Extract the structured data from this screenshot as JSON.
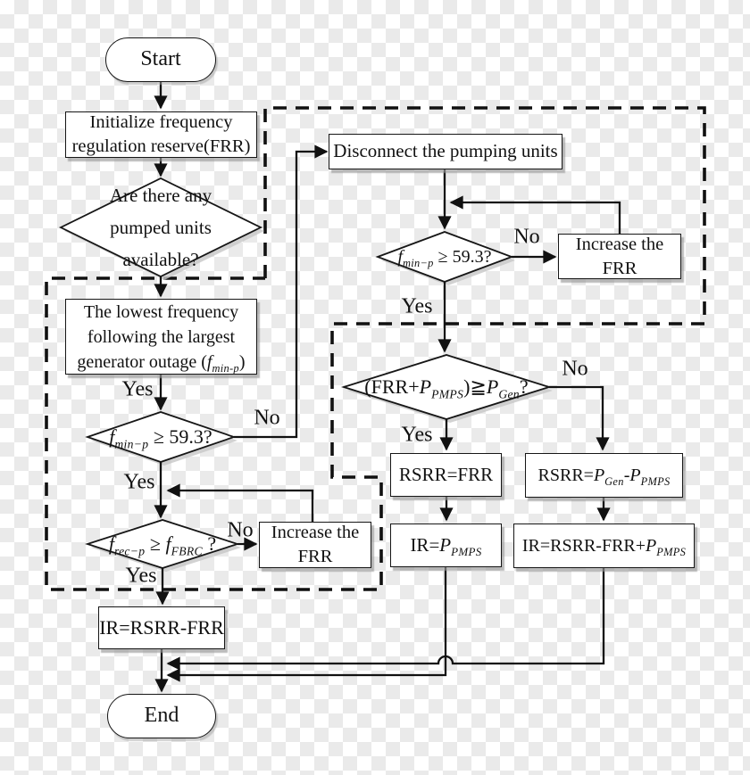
{
  "figure": {
    "type": "flowchart",
    "description": "Frequency regulation reserve (FRR) decision flowchart with pumped-storage units",
    "ink_color": "#111111",
    "checker_dark": "#eaeaea",
    "checker_light": "#ffffff"
  },
  "labels": {
    "yes": "Yes",
    "no": "No"
  },
  "nodes": {
    "start": {
      "label": "Start"
    },
    "initialize": {
      "lines": [
        "Initialize frequency",
        "regulation reserve(FRR)"
      ]
    },
    "pumped_units_decision": {
      "lines": [
        "Are there any",
        "pumped units",
        "available?"
      ]
    },
    "lowest_frequency": {
      "line1": "The lowest frequency",
      "line2": "following the largest",
      "line3_pre": "generator outage (",
      "var": "f",
      "sub": "min-p",
      "line3_post": ")"
    },
    "fminp_left_decision": {
      "var": "f",
      "sub": "min−p",
      "rest": " ≥ 59.3?"
    },
    "increase_frr_left": {
      "lines": [
        "Increase the",
        "FRR"
      ]
    },
    "frecp_decision": {
      "var1": "f",
      "sub1": "rec−p",
      "mid": " ≥ ",
      "var2": "f",
      "sub2": "FBRC",
      "rest": " ?"
    },
    "ir_rsrr_frr": {
      "label": "IR=RSRR-FRR"
    },
    "end": {
      "label": "End"
    },
    "disconnect_pumping": {
      "label": "Disconnect the pumping units"
    },
    "fminp_right_decision": {
      "var": "f",
      "sub": "min−p",
      "rest": " ≥ 59.3?"
    },
    "increase_frr_right": {
      "lines": [
        "Increase the",
        "FRR"
      ]
    },
    "capacity_decision": {
      "t1": "(FRR+",
      "var1": "P",
      "sub1": "PMPS",
      "t2": ")≧",
      "var2": "P",
      "sub2": "Gen",
      "t3": "?"
    },
    "rsrr_frr": {
      "label": "RSRR=FRR"
    },
    "rsrr_pgen_pmps": {
      "t1": "RSRR=",
      "var1": "P",
      "sub1": "Gen",
      "t2": "-",
      "var2": "P",
      "sub2": "PMPS"
    },
    "ir_ppmps": {
      "t1": "IR=",
      "var1": "P",
      "sub1": "PMPS"
    },
    "ir_rsrr_frr_ppmps": {
      "t1": "IR=RSRR-FRR+",
      "var1": "P",
      "sub1": "PMPS"
    }
  }
}
